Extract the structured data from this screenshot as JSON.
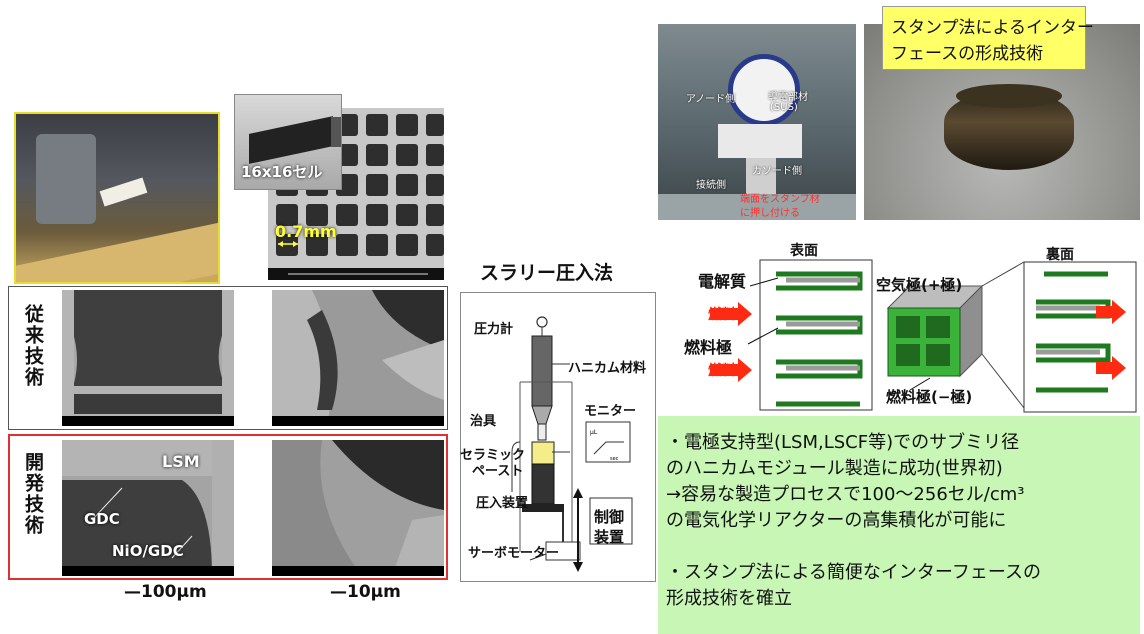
{
  "left_photos": {
    "cell_label": "16x16セル",
    "pitch_label": "0.7mm"
  },
  "sem": {
    "conventional_label": "従来技術",
    "developed_label": "開発技術",
    "lsm_label": "LSM",
    "gdc_label": "GDC",
    "nio_label": "NiO/GDC",
    "scale_100": "—100μm",
    "scale_10": "—10μm"
  },
  "slurry": {
    "title": "スラリー圧入法",
    "pressure_gauge": "圧力計",
    "honeycomb": "ハニカム材料",
    "jig": "治具",
    "monitor": "モニター",
    "ceramic_paste_1": "セラミック",
    "ceramic_paste_2": "ペースト",
    "press_device": "圧入装置",
    "control_1": "制御",
    "control_2": "装置",
    "servo_motor": "サーボモーター"
  },
  "stamp_photo": {
    "anode": "アノード側",
    "collector_1": "導電部材",
    "collector_2": "(SUS)",
    "cathode": "カソード側",
    "connect": "接続側",
    "red_1": "端面をスタンプ材",
    "red_2": "に押し付ける"
  },
  "stamp_title": {
    "line1": "スタンプ法によるインター",
    "line2": "フェースの形成技術"
  },
  "module_diagram": {
    "front": "表面",
    "back": "裏面",
    "electrolyte": "電解質",
    "fuel_1": "燃料",
    "fuel_2": "燃料",
    "fuel_electrode": "燃料極",
    "air_electrode": "空気極(+極)",
    "fuel_electrode_neg": "燃料極(−極)"
  },
  "summary": {
    "line1": "・電極支持型(LSM,LSCF等)でのサブミリ径",
    "line2": "のハニカムモジュール製造に成功(世界初)",
    "line3": "→容易な製造プロセスで100〜256セル/cm³",
    "line4": "の電気化学リアクターの高集積化が可能に",
    "line5": "・スタンプ法による簡便なインターフェースの",
    "line6": "形成技術を確立"
  },
  "colors": {
    "yellow_frame": "#e8dc2c",
    "red_frame": "#e03030",
    "green_box": "#c7f6b5",
    "yellow_box": "#ffff66",
    "arrow_red": "#ff2a12",
    "cell_green": "#3bb33b"
  }
}
